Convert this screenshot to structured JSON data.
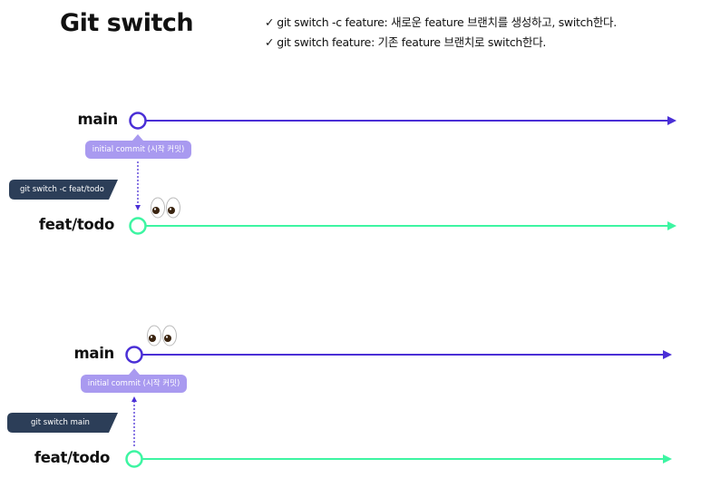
{
  "title": "Git switch",
  "notes": [
    {
      "check": "✓",
      "text": "git switch -c feature: 새로운 feature 브랜치를 생성하고, switch한다."
    },
    {
      "check": "✓",
      "text": "git switch feature: 기존 feature 브랜치로 switch한다."
    }
  ],
  "colors": {
    "main": "#4a2fd6",
    "feat": "#3df5a2",
    "bubble": "#a99af0",
    "command": "#2c3e58",
    "eye_white": "#ffffff",
    "eye_pupil": "#3a2410"
  },
  "scenario1": {
    "main_label": "main",
    "feat_label": "feat/todo",
    "commit_label": "initial commit (시작 커밋)",
    "command": "git switch -c feat/todo",
    "eyes_on": "feat/todo"
  },
  "scenario2": {
    "main_label": "main",
    "feat_label": "feat/todo",
    "commit_label": "initial commit (시작 커밋)",
    "command": "git switch main",
    "eyes_on": "main"
  }
}
